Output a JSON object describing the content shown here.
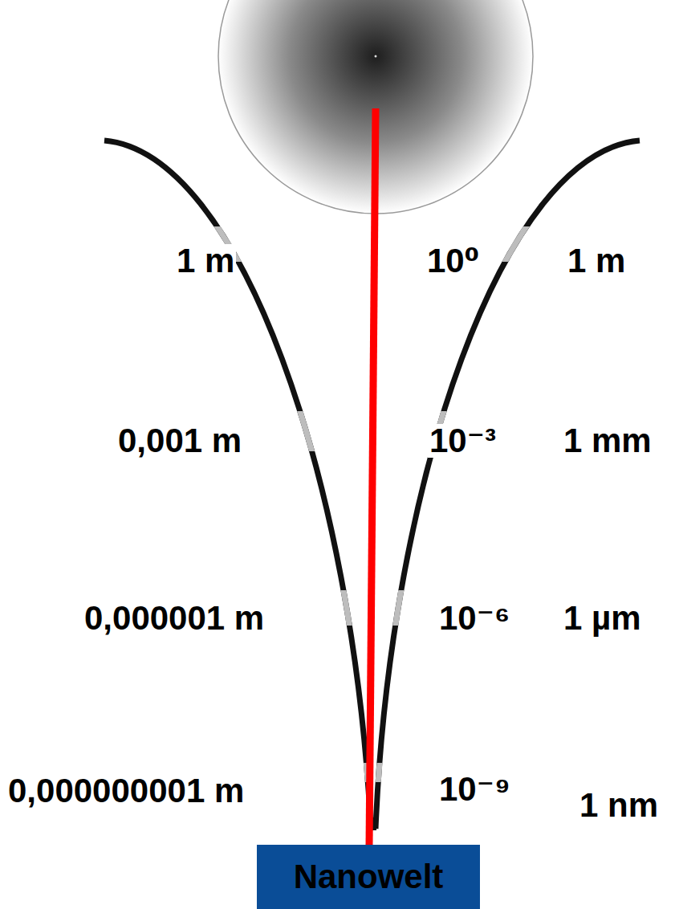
{
  "diagram": {
    "nodes": [
      {
        "text": [
          "Nanowelt"
        ]
      }
    ],
    "labels": [
      "1 m",
      "10⁰",
      "1 m",
      "0,001 m",
      "10⁻³",
      "1 mm",
      "0,000001 m",
      "10⁻⁶",
      "1 µm",
      "0,000000001 m",
      "10⁻⁹",
      "1 nm"
    ]
  }
}
